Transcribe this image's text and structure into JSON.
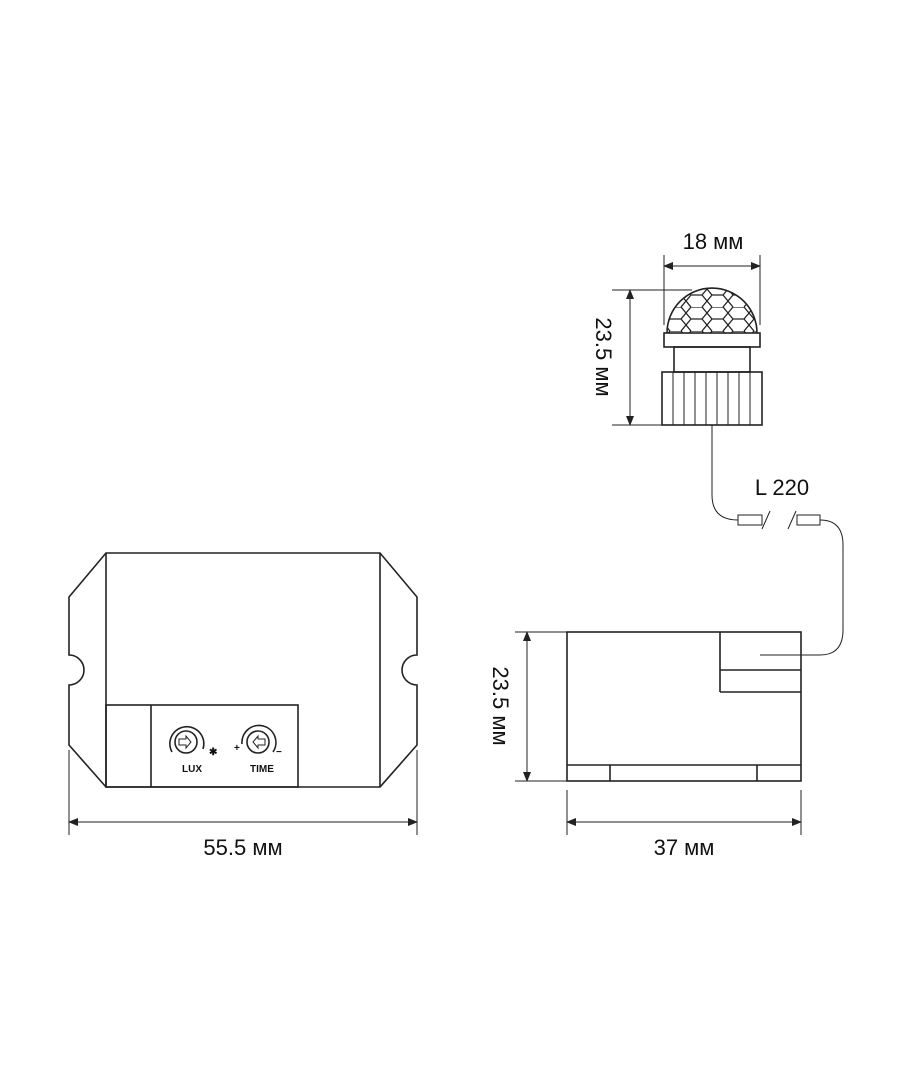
{
  "dimensions": {
    "main_width": "55.5 мм",
    "side_depth": "37 мм",
    "side_height": "23.5 мм",
    "sensor_width": "18 мм",
    "sensor_height": "23.5 мм"
  },
  "cable_label": "L 220",
  "controls": {
    "lux_label": "LUX",
    "time_label": "TIME",
    "time_plus": "+",
    "time_minus": "−"
  },
  "colors": {
    "line": "#222222",
    "background": "#ffffff"
  }
}
